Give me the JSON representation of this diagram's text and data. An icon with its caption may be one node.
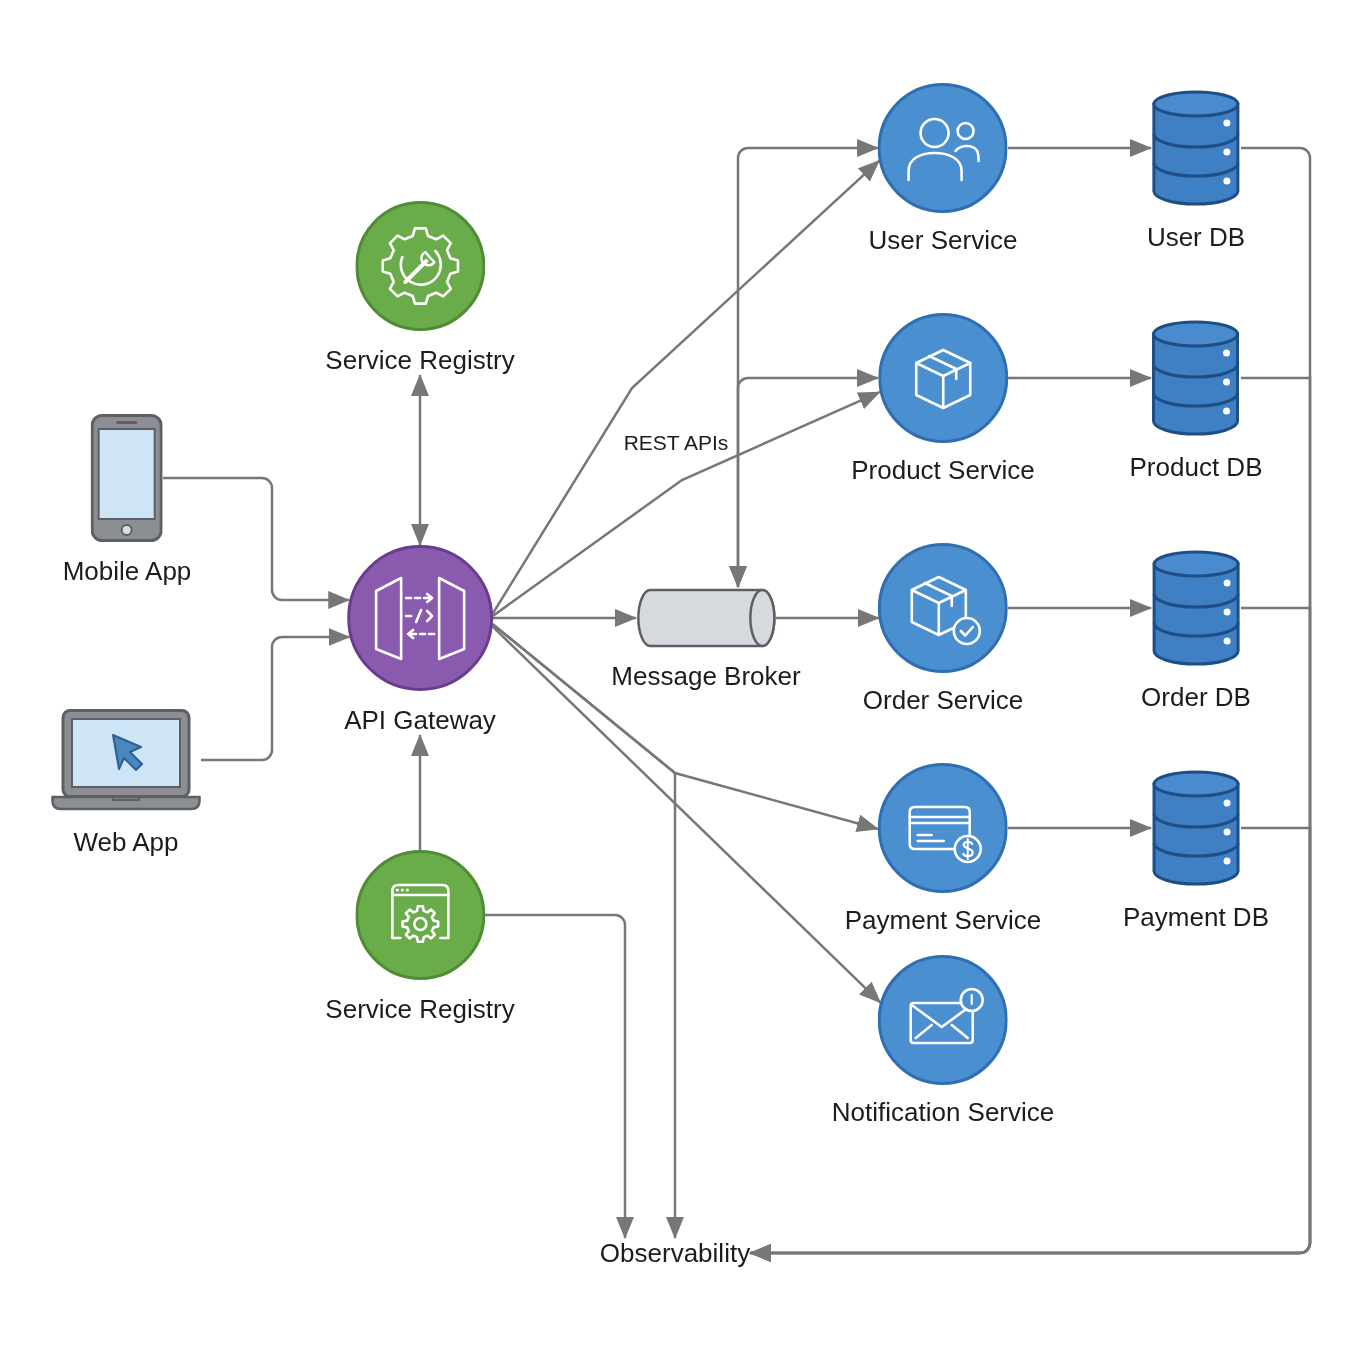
{
  "diagram": {
    "nodes": [
      {
        "text": [
          "Service Registry"
        ]
      },
      {
        "text": [
          "Mobile App"
        ]
      },
      {
        "text": [
          "Web App"
        ]
      },
      {
        "text": [
          "API Gateway"
        ]
      },
      {
        "text": [
          "Service Registry"
        ]
      },
      {
        "text": [
          "Message Broker"
        ]
      },
      {
        "text": [
          "User Service"
        ]
      },
      {
        "text": [
          "User DB"
        ]
      },
      {
        "text": [
          "Product Service"
        ]
      },
      {
        "text": [
          "Product DB"
        ]
      },
      {
        "text": [
          "Order Service"
        ]
      },
      {
        "text": [
          "Order DB"
        ]
      },
      {
        "text": [
          "Payment Service"
        ]
      },
      {
        "text": [
          "Payment DB"
        ]
      },
      {
        "text": [
          "Notification Service"
        ]
      },
      {
        "text": [
          "Observability"
        ]
      }
    ],
    "edges": [
      {
        "from": 1,
        "to": 3,
        "arrow": "to"
      },
      {
        "from": 2,
        "to": 3,
        "arrow": "to"
      },
      {
        "from": 0,
        "to": 3,
        "arrow": "both"
      },
      {
        "from": 4,
        "to": 3,
        "arrow": "to"
      },
      {
        "from": 3,
        "to": 6,
        "arrow": "to",
        "label": "REST APIs"
      },
      {
        "from": 3,
        "to": 8,
        "arrow": "to"
      },
      {
        "from": 3,
        "to": 5,
        "arrow": "to"
      },
      {
        "from": 5,
        "to": 6,
        "arrow": "both"
      },
      {
        "from": 5,
        "to": 8,
        "arrow": "both"
      },
      {
        "from": 5,
        "to": 10,
        "arrow": "to"
      },
      {
        "from": 3,
        "to": 12,
        "arrow": "to"
      },
      {
        "from": 3,
        "to": 14,
        "arrow": "to"
      },
      {
        "from": 3,
        "to": 15,
        "arrow": "to"
      },
      {
        "from": 4,
        "to": 15,
        "arrow": "to"
      },
      {
        "from": 6,
        "to": 7,
        "arrow": "to"
      },
      {
        "from": 8,
        "to": 9,
        "arrow": "to"
      },
      {
        "from": 10,
        "to": 11,
        "arrow": "to"
      },
      {
        "from": 12,
        "to": 13,
        "arrow": "to"
      },
      {
        "from": 7,
        "to": 15,
        "arrow": "to"
      },
      {
        "from": 9,
        "to": 15,
        "arrow": "to"
      },
      {
        "from": 11,
        "to": 15,
        "arrow": "to"
      },
      {
        "from": 13,
        "to": 15,
        "arrow": "to"
      }
    ]
  }
}
